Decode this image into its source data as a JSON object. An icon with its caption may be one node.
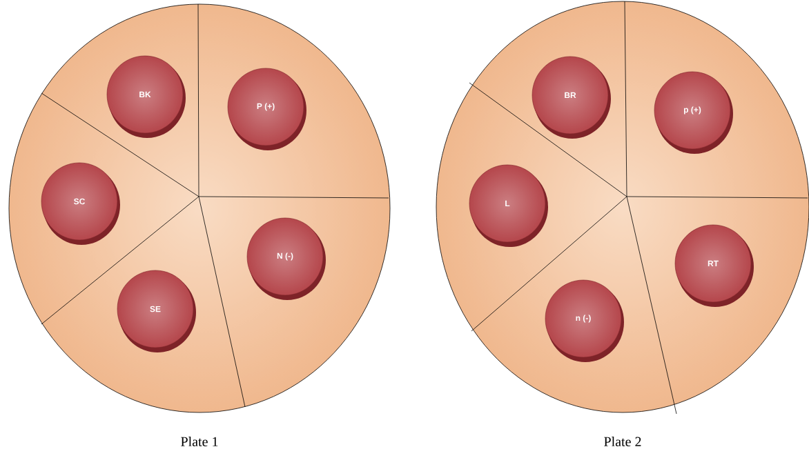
{
  "diagram": {
    "nodes": [
      {
        "text": [
          "Plate 1"
        ]
      },
      {
        "text": [
          "BK"
        ],
        "in": 0
      },
      {
        "text": [
          "P (+)"
        ],
        "in": 0
      },
      {
        "text": [
          "SC"
        ],
        "in": 0
      },
      {
        "text": [
          "N (-)"
        ],
        "in": 0
      },
      {
        "text": [
          "SE"
        ],
        "in": 0
      },
      {
        "text": [
          "Plate 2"
        ]
      },
      {
        "text": [
          "BR"
        ],
        "in": 6
      },
      {
        "text": [
          "p (+)"
        ],
        "in": 6
      },
      {
        "text": [
          "L"
        ],
        "in": 6
      },
      {
        "text": [
          "RT"
        ],
        "in": 6
      },
      {
        "text": [
          "n (-)"
        ],
        "in": 6
      }
    ]
  }
}
